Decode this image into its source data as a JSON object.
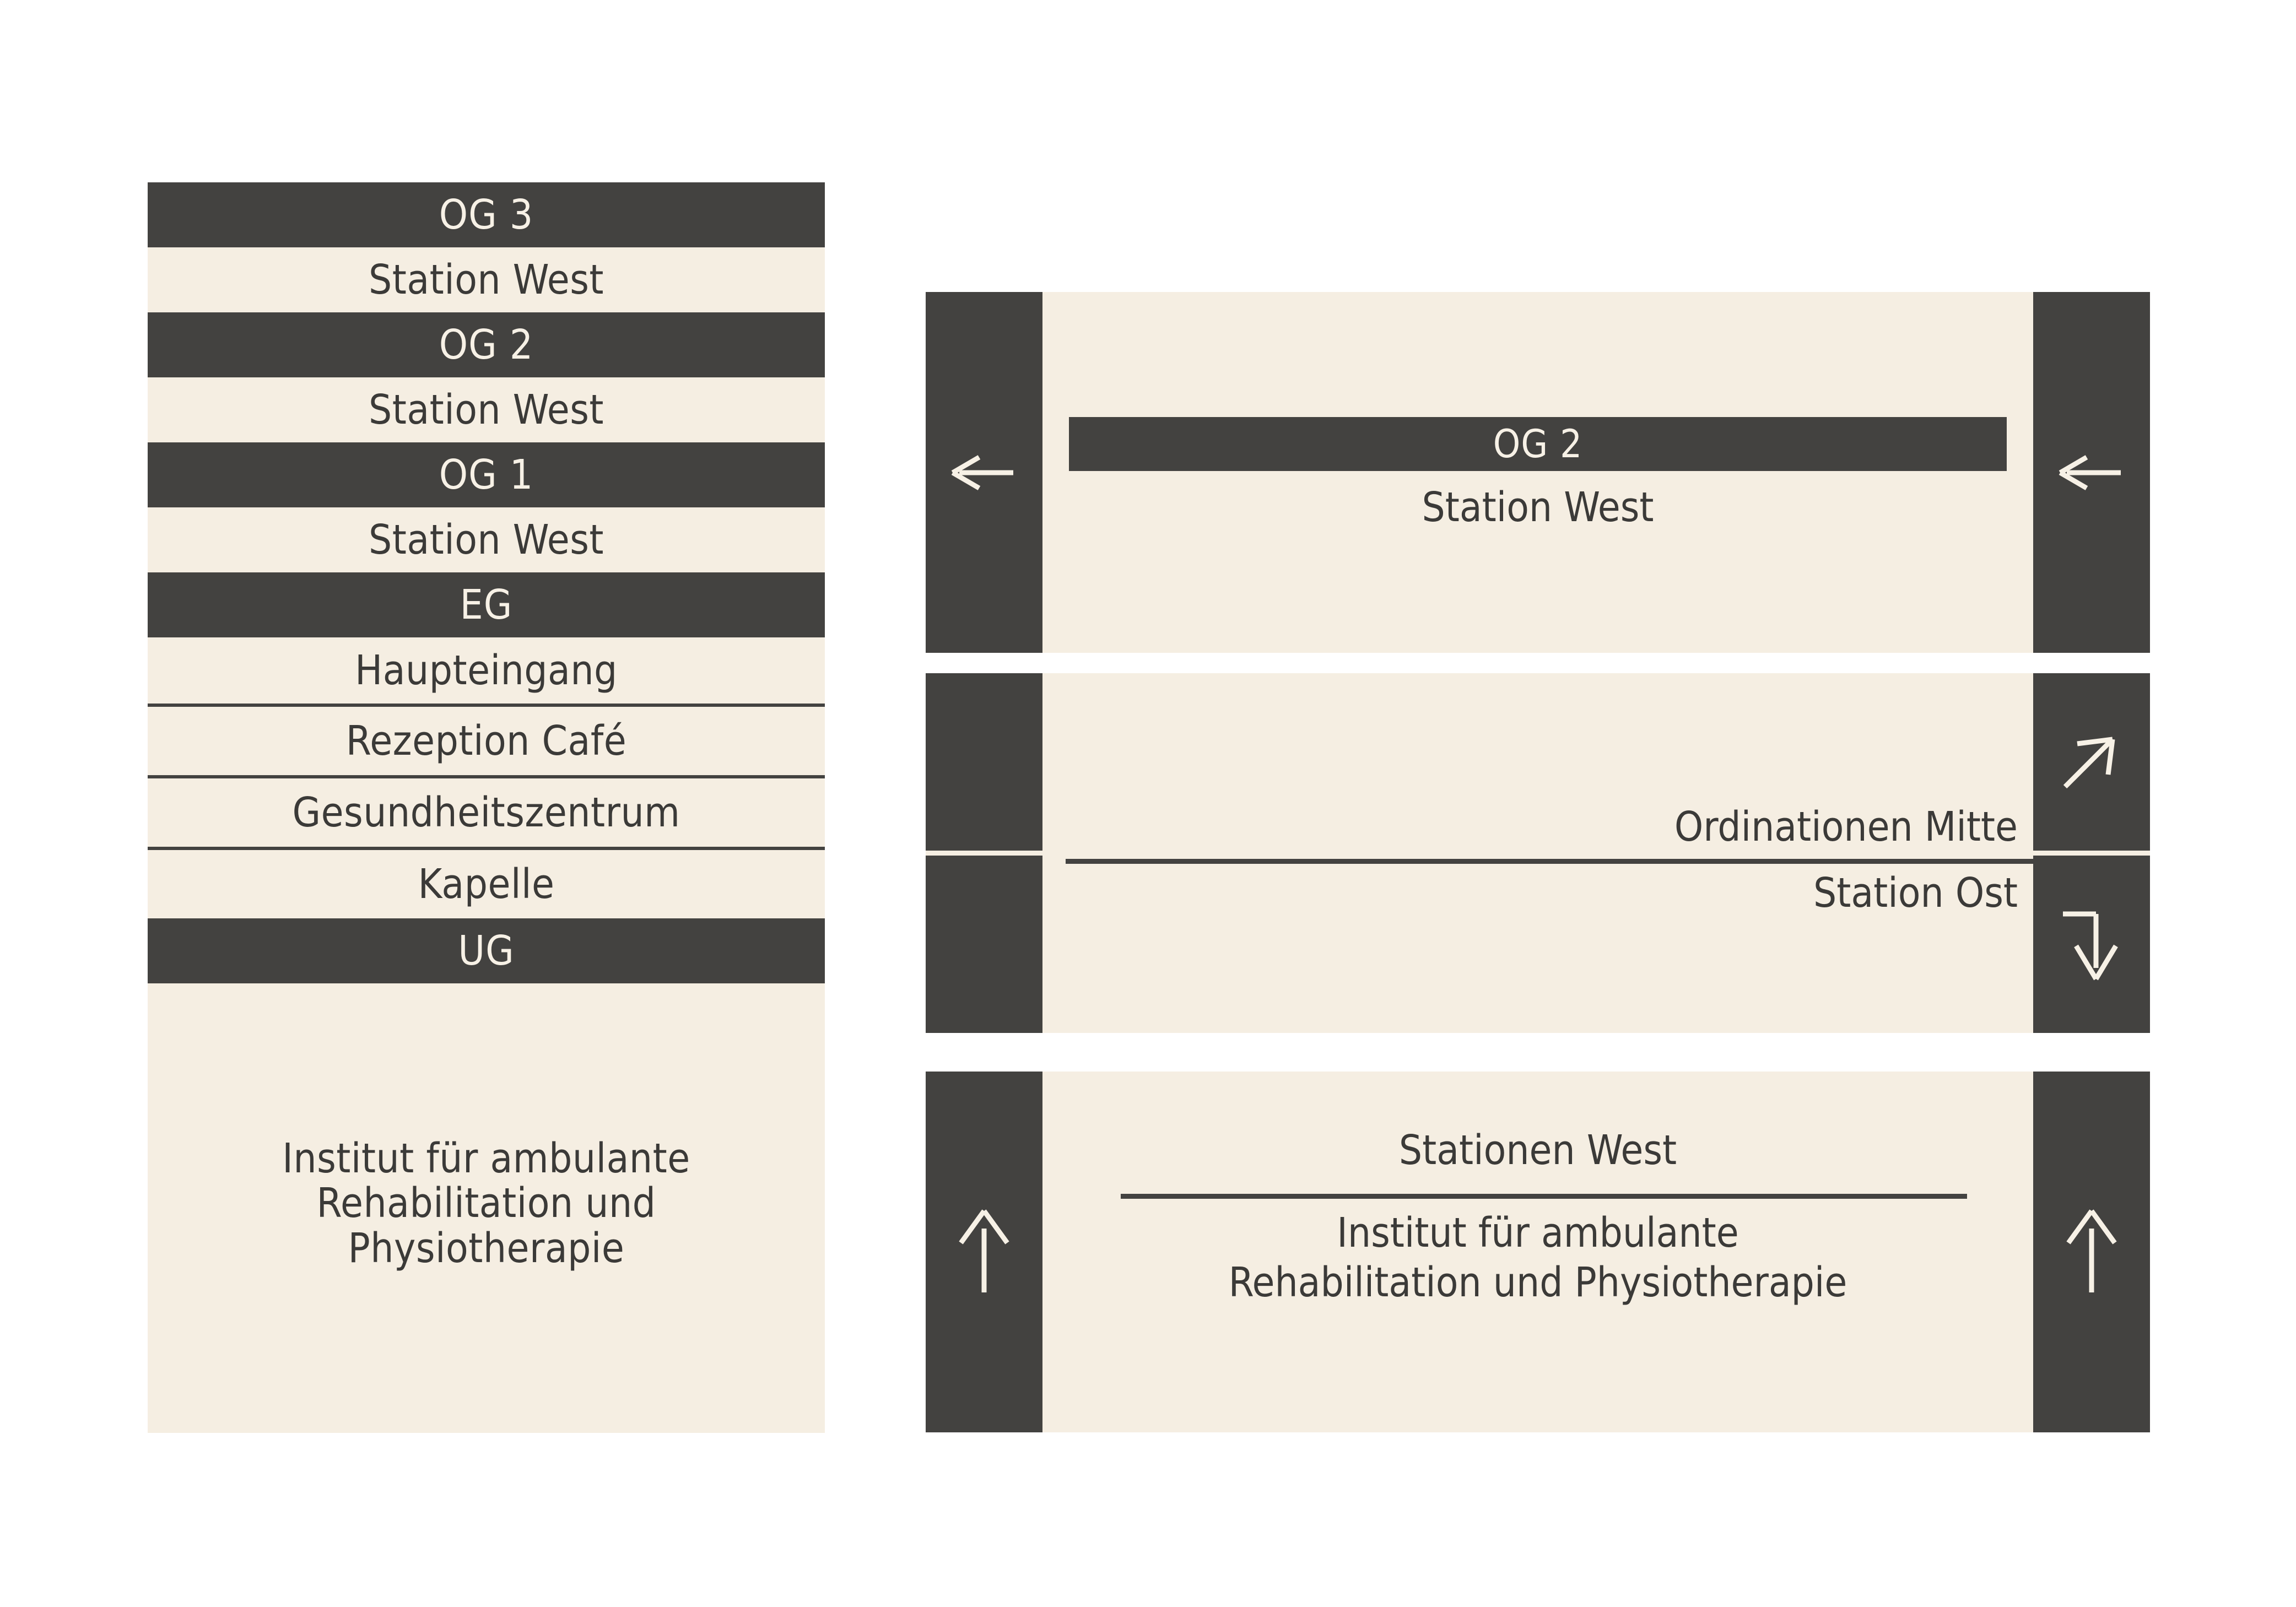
{
  "palette": {
    "background": "#ffffff",
    "dark": "#434240",
    "cream": "#f5eee2",
    "text_on_cream": "#3b3a38",
    "text_on_dark": "#f7f1e6"
  },
  "directory_sign": {
    "name": "floor-directory-board",
    "rows": [
      {
        "type": "floor",
        "label": "OG 3"
      },
      {
        "type": "destination",
        "label": "Station West"
      },
      {
        "type": "floor",
        "label": "OG 2"
      },
      {
        "type": "destination",
        "label": "Station West"
      },
      {
        "type": "floor",
        "label": "OG 1"
      },
      {
        "type": "destination",
        "label": "Station West"
      },
      {
        "type": "floor",
        "label": "EG"
      },
      {
        "type": "destination",
        "label": "Haupteingang"
      },
      {
        "type": "destination",
        "label": "Rezeption   Café",
        "rule_top": true
      },
      {
        "type": "destination",
        "label": "Gesundheitszentrum",
        "rule_top": true
      },
      {
        "type": "destination",
        "label": "Kapelle",
        "rule_top": true
      },
      {
        "type": "floor",
        "label": "UG"
      },
      {
        "type": "destination",
        "lines": [
          "Institut für ambulante",
          "Rehabilitation und",
          "Physiotherapie"
        ]
      }
    ]
  },
  "arrow_signs": [
    {
      "name": "sign-og2-station-west",
      "floor_badge": "OG 2",
      "destination": "Station West",
      "left_arrow": "arrow-left-icon",
      "right_arrow": "arrow-left-icon"
    },
    {
      "name": "sign-ordinationen-station-ost",
      "top_destination": "Ordinationen Mitte",
      "bottom_destination": "Station Ost",
      "top_arrow": "arrow-up-right-icon",
      "bottom_arrow": "arrow-right-then-down-icon"
    },
    {
      "name": "sign-stationen-west-institut",
      "top_destination": "Stationen West",
      "bottom_lines": [
        "Institut für ambulante",
        "Rehabilitation und Physiotherapie"
      ],
      "left_arrow": "arrow-up-icon",
      "right_arrow": "arrow-up-icon"
    }
  ]
}
